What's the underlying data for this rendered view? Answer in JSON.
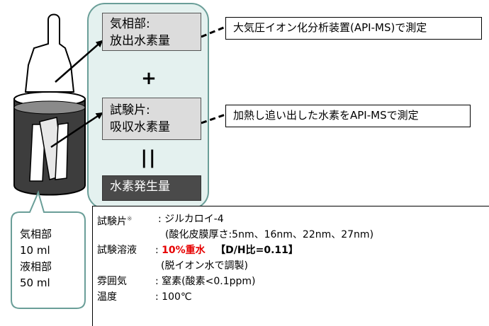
{
  "diagram": {
    "gas_phase_box": {
      "line1": "気相部:",
      "line2": "放出水素量"
    },
    "plus_sign": "+",
    "specimen_box": {
      "line1": "試験片:",
      "line2": "吸収水素量"
    },
    "equals_sign": "||",
    "hydrogen_generated_box": "水素発生量",
    "callout_gas": "大気圧イオン化分析装置(API-MS)で測定",
    "callout_specimen": "加熱し追い出した水素をAPI-MSで測定",
    "volume_bubble": {
      "gas_label": "気相部",
      "gas_volume": "10 ml",
      "liquid_label": "液相部",
      "liquid_volume": "50 ml"
    }
  },
  "conditions": {
    "specimen_label": "試験片",
    "specimen_mark": "※",
    "specimen_value": ": ジルカロイ-4",
    "oxide_note": "(酸化皮膜厚さ:5nm、16nm、22nm、27nm)",
    "solution_label": "試験溶液",
    "solution_colon": ":",
    "solution_value": "10%重水",
    "dh_ratio": "【D/H比=0.11】",
    "solution_note": "(脱イオン水で調製)",
    "atmosphere_label": "雰囲気",
    "atmosphere_value": ": 窒素(酸素<0.1ppm)",
    "temperature_label": "温度",
    "temperature_value": ": 100℃"
  },
  "colors": {
    "panel_fill": "#e4f1ef",
    "panel_border": "#6a9e98",
    "emphasis_red": "#e60000"
  }
}
